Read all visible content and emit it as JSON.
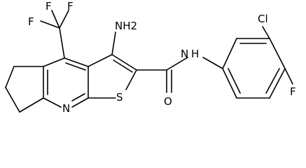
{
  "molecule": {
    "atoms": {
      "F1": "F",
      "F2": "F",
      "F3": "F",
      "NH2": "NH2",
      "N_amide": "N",
      "H_amide": "H",
      "O": "O",
      "S": "S",
      "N_ring": "N",
      "Cl": "Cl",
      "F_aryl": "F"
    }
  }
}
